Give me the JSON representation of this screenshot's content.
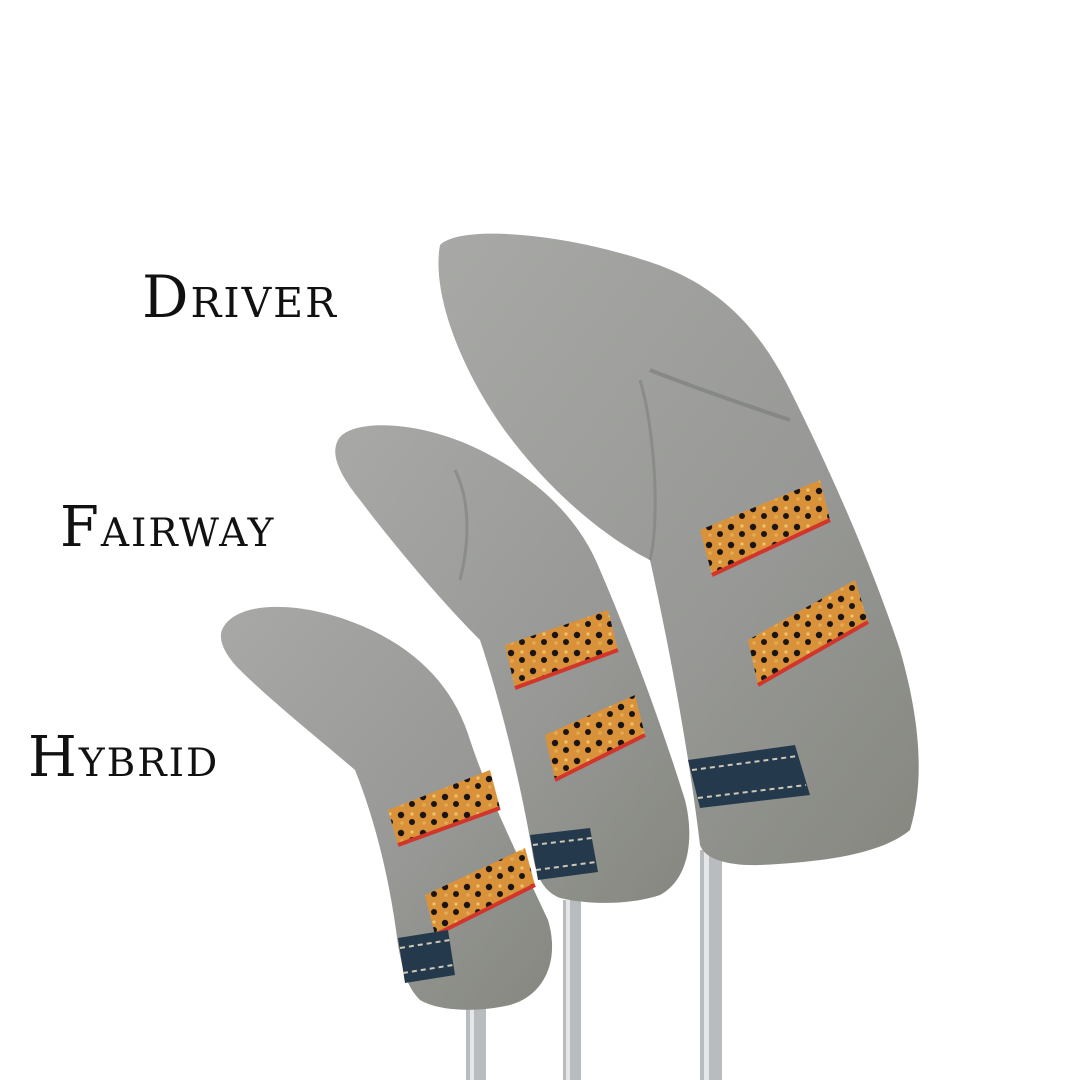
{
  "labels": {
    "driver": "Driver",
    "fairway": "Fairway",
    "hybrid": "Hybrid"
  },
  "colors": {
    "background": "#ffffff",
    "canvas": "#9a9b98",
    "canvas_shadow": "#7e807d",
    "canvas_highlight": "#aeafac",
    "trout_band": "#d9923a",
    "trout_edge": "#d2362a",
    "trout_spot": "#1a1512",
    "navy_band": "#24394b",
    "stitch": "#cfc8b8",
    "shaft": "#b9bcbf",
    "label_text": "#111111"
  },
  "headcovers": [
    {
      "name": "Driver",
      "trout_bands": 2,
      "navy_bands": 1
    },
    {
      "name": "Fairway",
      "trout_bands": 2,
      "navy_bands": 1
    },
    {
      "name": "Hybrid",
      "trout_bands": 2,
      "navy_bands": 1
    }
  ]
}
